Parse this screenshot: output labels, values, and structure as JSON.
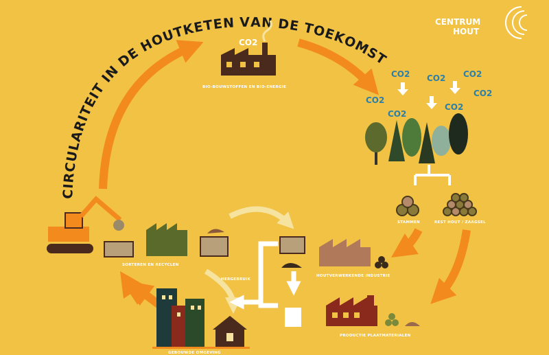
{
  "title": "CIRCULARITEIT IN DE HOUTKETEN VAN DE TOEKOMST",
  "logo": {
    "line1": "CENTRUM",
    "line2": "HOUT"
  },
  "co2_labels": [
    "CO2",
    "CO2",
    "CO2",
    "CO2",
    "CO2",
    "CO2",
    "CO2"
  ],
  "labels": {
    "bio": "BIO-BOUWSTOFFEN EN BIO-ENERGIE",
    "stammen": "STAMMEN",
    "resthout": "REST HOUT / ZAAGSEL",
    "sorteren": "SORTEREN EN RECYCLEN",
    "hergebruik": "HERGEBRUIK",
    "houtverwerkende": "HOUTVERWERKENDE INDUSTRIE",
    "productie": "PRODUCTIE PLAATMATERIALEN",
    "gebouwde": "GEBOUWDE OMGEVING"
  },
  "colors": {
    "background": "#F1C244",
    "arrow": "#F28A1E",
    "arrow_light": "#F7E3A0",
    "co2": "#2C7FA8"
  }
}
